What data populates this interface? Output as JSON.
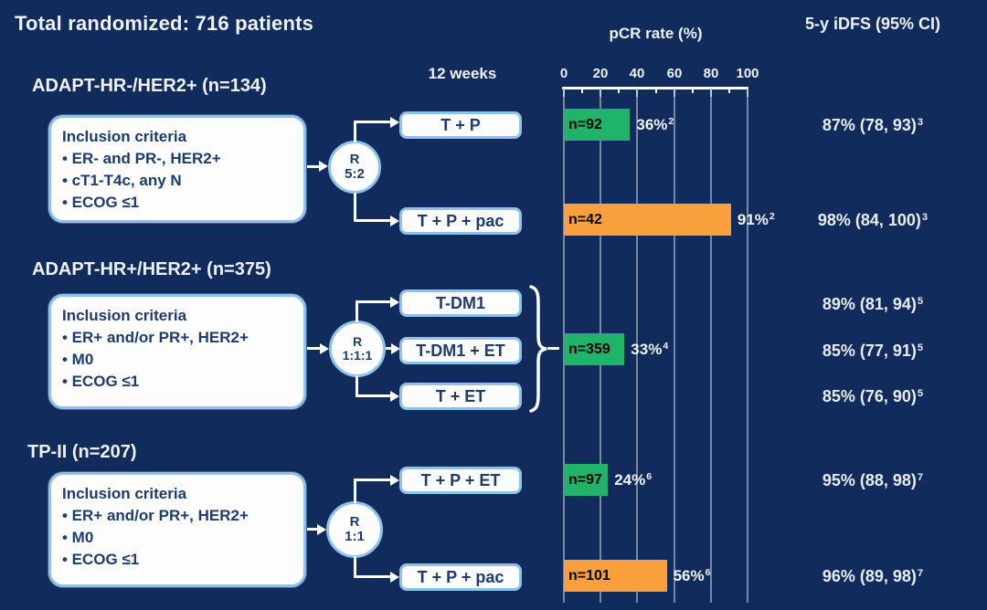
{
  "title": "Total randomized: 716 patients",
  "headers": {
    "timeline": "12 weeks",
    "pcr": "pCR rate (%)",
    "idfs": "5-y iDFS (95% CI)"
  },
  "axis": {
    "min": 0,
    "max": 100,
    "tick_labels": [
      "0",
      "20",
      "40",
      "60",
      "80",
      "100"
    ]
  },
  "colors": {
    "background": "#112b5c",
    "green": "#1fb46a",
    "orange": "#f9a03c",
    "box_border": "#8fc2e9",
    "box_text": "#1c3c72",
    "grid_line": "#9fb0c9"
  },
  "groups": [
    {
      "title": "ADAPT-HR-/HER2+ (n=134)",
      "inclusion_heading": "Inclusion criteria",
      "inclusion_bullets": [
        "• ER- and PR-, HER2+",
        "• cT1-T4c, any N",
        "• ECOG ≤1"
      ],
      "r_label": "R",
      "r_ratio": "5:2",
      "arms": [
        {
          "box": "T + P",
          "bar": {
            "n": "n=92",
            "value": 36,
            "pct": "36%",
            "sup": "2",
            "color": "green"
          },
          "idfs": "87% (78, 93)",
          "idfs_sup": "3"
        },
        {
          "box": "T + P + pac",
          "bar": {
            "n": "n=42",
            "value": 91,
            "pct": "91%",
            "sup": "2",
            "color": "orange"
          },
          "idfs": "98% (84, 100)",
          "idfs_sup": "3"
        }
      ]
    },
    {
      "title": "ADAPT-HR+/HER2+ (n=375)",
      "inclusion_heading": "Inclusion criteria",
      "inclusion_bullets": [
        "• ER+ and/or PR+, HER2+",
        "• M0",
        "• ECOG ≤1"
      ],
      "r_label": "R",
      "r_ratio": "1:1:1",
      "arms": [
        {
          "box": "T-DM1",
          "idfs": "89% (81, 94)",
          "idfs_sup": "5"
        },
        {
          "box": "T-DM1 + ET",
          "idfs": "85% (77, 91)",
          "idfs_sup": "5"
        },
        {
          "box": "T + ET",
          "idfs": "85% (76, 90)",
          "idfs_sup": "5"
        }
      ],
      "combined_bar": {
        "n": "n=359",
        "value": 33,
        "pct": "33%",
        "sup": "4",
        "color": "green"
      }
    },
    {
      "title": "TP-II (n=207)",
      "inclusion_heading": "Inclusion criteria",
      "inclusion_bullets": [
        "• ER+ and/or PR+, HER2+",
        "• M0",
        "• ECOG ≤1"
      ],
      "r_label": "R",
      "r_ratio": "1:1",
      "arms": [
        {
          "box": "T + P + ET",
          "bar": {
            "n": "n=97",
            "value": 24,
            "pct": "24%",
            "sup": "6",
            "color": "green"
          },
          "idfs": "95% (88, 98)",
          "idfs_sup": "7"
        },
        {
          "box": "T + P + pac",
          "bar": {
            "n": "n=101",
            "value": 56,
            "pct": "56%",
            "sup": "6",
            "color": "orange"
          },
          "idfs": "96% (89, 98)",
          "idfs_sup": "7"
        }
      ]
    }
  ],
  "chart_data": {
    "type": "bar",
    "title": "pCR rate (%)",
    "orientation": "horizontal",
    "categories": [
      "T + P (n=92)",
      "T + P + pac (n=42)",
      "T-DM1 / T-DM1 + ET / T + ET (n=359)",
      "T + P + ET (n=97)",
      "T + P + pac (n=101)"
    ],
    "values": [
      36,
      91,
      33,
      24,
      56
    ],
    "value_labels": [
      "36%",
      "91%",
      "33%",
      "24%",
      "56%"
    ],
    "bar_colors": [
      "#1fb46a",
      "#f9a03c",
      "#1fb46a",
      "#1fb46a",
      "#f9a03c"
    ],
    "xlabel": "pCR rate (%)",
    "xlim": [
      0,
      100
    ],
    "grid": true,
    "companion_column": {
      "header": "5-y iDFS (95% CI)",
      "values_per_arm": [
        "87% (78, 93)",
        "98% (84, 100)",
        "89% (81, 94)",
        "85% (77, 91)",
        "85% (76, 90)",
        "95% (88, 98)",
        "96% (89, 98)"
      ]
    }
  }
}
